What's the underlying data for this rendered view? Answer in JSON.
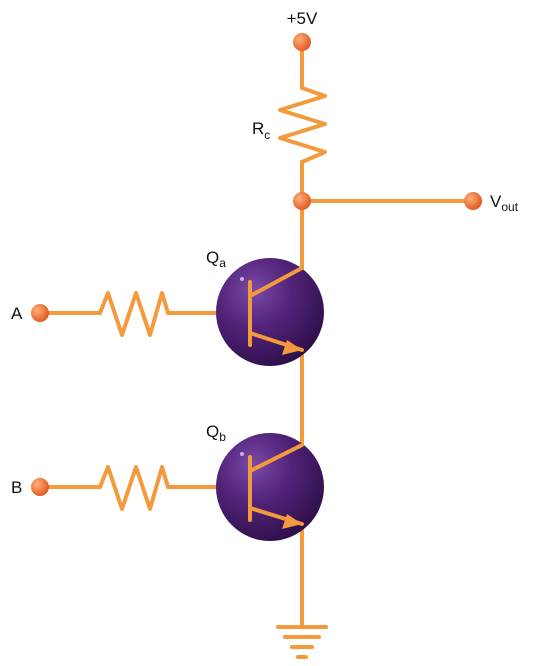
{
  "diagram": {
    "supply_label": "+5V",
    "collector_resistor": {
      "name": "R",
      "sub": "c"
    },
    "output_label": {
      "name": "V",
      "sub": "out"
    },
    "transistor_a": {
      "name": "Q",
      "sub": "a"
    },
    "transistor_b": {
      "name": "Q",
      "sub": "b"
    },
    "input_a_label": "A",
    "input_b_label": "B"
  },
  "colors": {
    "wire": "#f39a3c",
    "terminal": "#ee6e2e",
    "transistor_body": "#52247a",
    "transistor_shadow": "#2e0f4a",
    "label_text": "#111111"
  }
}
